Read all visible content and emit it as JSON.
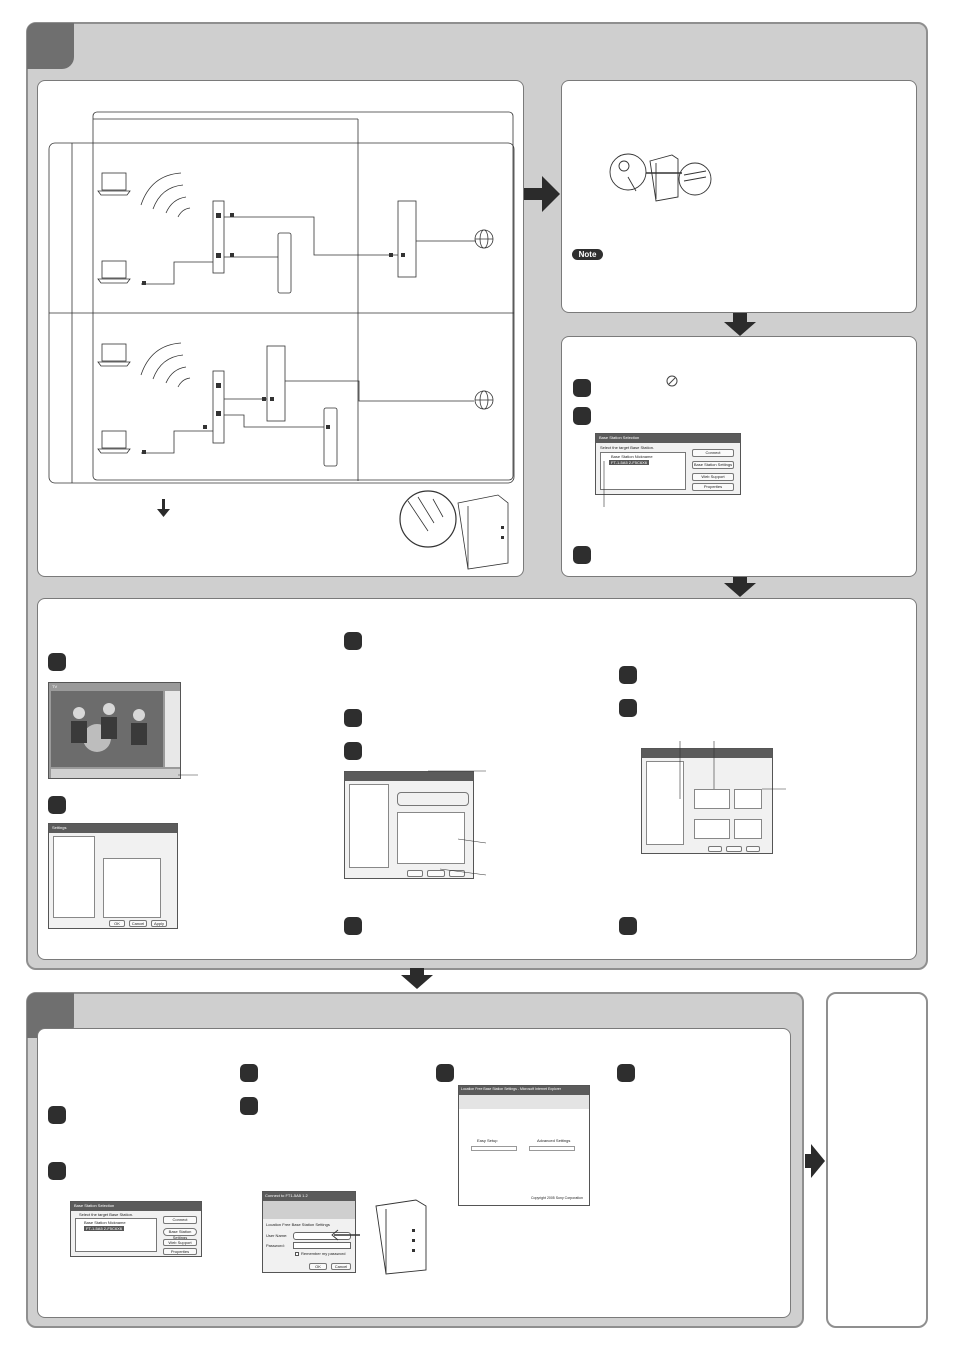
{
  "note_badge": {
    "label": "Note"
  },
  "base_station_dialog": {
    "title": "Base Station Selection",
    "prompt": "Select the target Base Station.",
    "column_header": "Base Station Nickname",
    "selected_item": "FT-1-5A5 2-F5C6X6",
    "buttons": {
      "connect": "Connect",
      "settings": "Base Station Settings",
      "web_support": "Web Support",
      "properties": "Properties"
    }
  },
  "settings_window": {
    "title": "Settings",
    "ok": "OK",
    "cancel": "Cancel",
    "apply": "Apply"
  },
  "connect_dialog": {
    "title": "Connect to FT1-5A5 1.2",
    "subtitle": "Location Free Base Station Settings",
    "user_label": "User Name:",
    "password_label": "Password:",
    "remember_label": "Remember my password",
    "ok": "OK",
    "cancel": "Cancel"
  },
  "browser": {
    "title": "Location Free Base Station Settings - Microsoft Internet Explorer",
    "left_link": "Easy Setup",
    "right_link": "Advanced Settings",
    "footer": "Copyright 2005 Sony Corporation"
  },
  "tv_player": {
    "title": "TV"
  },
  "colors": {
    "section_bg": "#cfcfcf",
    "panel_bg": "#ffffff",
    "tab": "#6f6f6f",
    "arrow": "#2b2b2b"
  }
}
